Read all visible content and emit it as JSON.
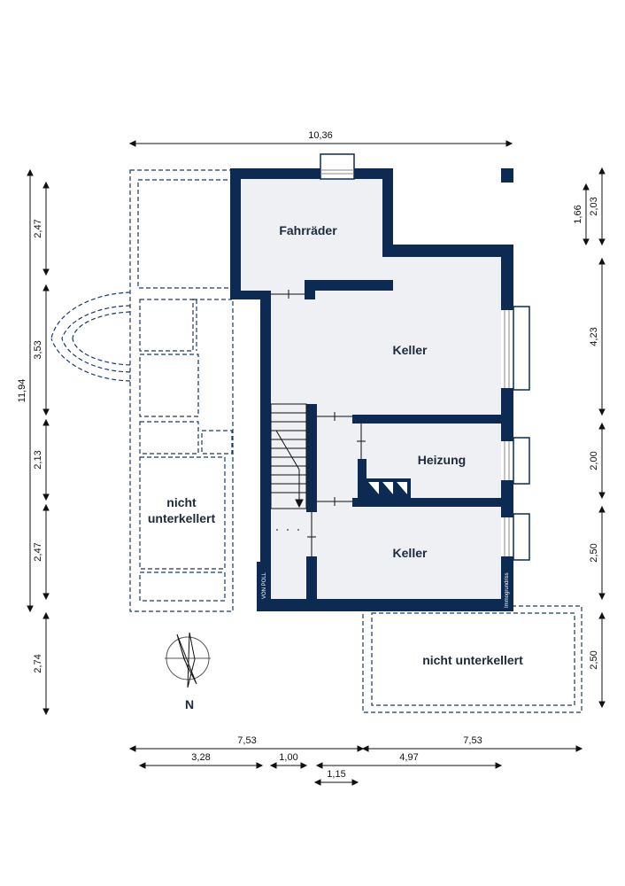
{
  "rooms": {
    "fahrraeder": "Fahrräder",
    "keller_top": "Keller",
    "heizung": "Heizung",
    "keller_bottom": "Keller",
    "nicht_left_1": "nicht",
    "nicht_left_2": "unterkellert",
    "nicht_right": "nicht unterkellert"
  },
  "dimensions": {
    "top_total": "10,36",
    "left_total": "11,94",
    "left": [
      "2,47",
      "3,53",
      "2,13",
      "2,47",
      "2,74"
    ],
    "right_top": [
      "1,66",
      "2,03"
    ],
    "right": [
      "4,23",
      "2,00",
      "2,50",
      "2,50"
    ],
    "bottom_row1": [
      "7,53",
      "7,53"
    ],
    "bottom_row2": [
      "3,28",
      "1,00",
      "4,97"
    ],
    "bottom_row3": [
      "1,15"
    ]
  },
  "compass": {
    "label": "N"
  },
  "logos": {
    "von_poll": "VON POLL",
    "immogrundriss": "Immogrundriss"
  },
  "colors": {
    "wall": "#0d2b52",
    "floor": "#eff0f4",
    "dashed": "#1a3a66"
  }
}
